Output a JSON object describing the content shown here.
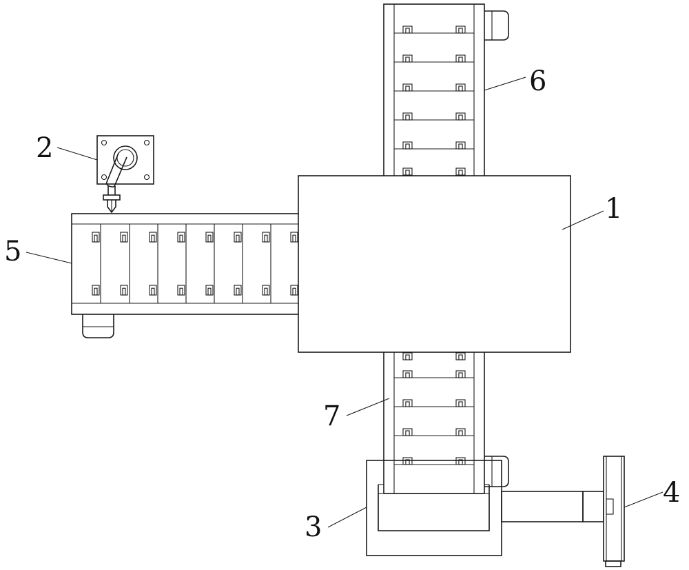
{
  "labels": {
    "part_1": "1",
    "part_2": "2",
    "part_3": "3",
    "part_4": "4",
    "part_5": "5",
    "part_6": "6",
    "part_7": "7"
  },
  "colors": {
    "stroke": "#1a1a1a",
    "background": "#ffffff"
  }
}
